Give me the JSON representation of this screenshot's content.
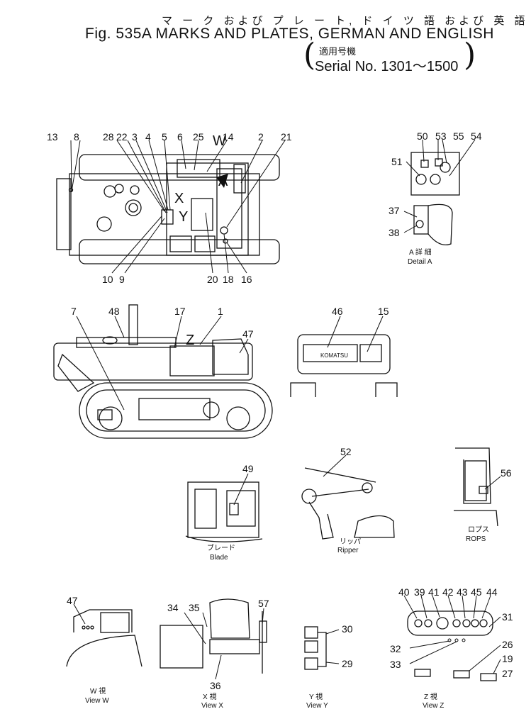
{
  "header": {
    "title_jp": "マ ー ク および プ レ ー ト, ド イ ツ 語 および 英 語",
    "title_en": "Fig. 535A MARKS AND PLATES, GERMAN AND ENGLISH",
    "serial_jp": "適用号機",
    "serial_en": "Serial No. 1301～1500"
  },
  "views": {
    "top_view_letters": [
      "W",
      "X",
      "Y",
      "A"
    ],
    "side_view_letter": "Z",
    "detail_a_jp": "A 詳 細",
    "detail_a_en": "Detail A",
    "blade_jp": "ブレード",
    "blade_en": "Blade",
    "ripper_jp": "リッパ",
    "ripper_en": "Ripper",
    "rops_jp": "ロプス",
    "rops_en": "ROPS",
    "view_w_jp": "W 視",
    "view_w_en": "View W",
    "view_x_jp": "X 視",
    "view_x_en": "View X",
    "view_y_jp": "Y 視",
    "view_y_en": "View Y",
    "view_z_jp": "Z 視",
    "view_z_en": "View Z",
    "komatsu_text": "KOMATSU"
  },
  "callouts": {
    "top": [
      "13",
      "8",
      "28",
      "22",
      "3",
      "4",
      "5",
      "6",
      "25",
      "14",
      "2",
      "21",
      "10",
      "9",
      "20",
      "18",
      "16"
    ],
    "detail_a": [
      "50",
      "53",
      "55",
      "54",
      "51",
      "37",
      "38"
    ],
    "side": [
      "7",
      "48",
      "17",
      "1",
      "47"
    ],
    "rear": [
      "46",
      "15"
    ],
    "ripper": [
      "52"
    ],
    "blade": [
      "49"
    ],
    "rops": [
      "56"
    ],
    "view_w": [
      "47"
    ],
    "view_x": [
      "34",
      "35",
      "57",
      "36"
    ],
    "view_y": [
      "30",
      "29"
    ],
    "view_z": [
      "40",
      "39",
      "41",
      "42",
      "43",
      "45",
      "44",
      "31",
      "32",
      "33",
      "26",
      "19",
      "27"
    ]
  }
}
